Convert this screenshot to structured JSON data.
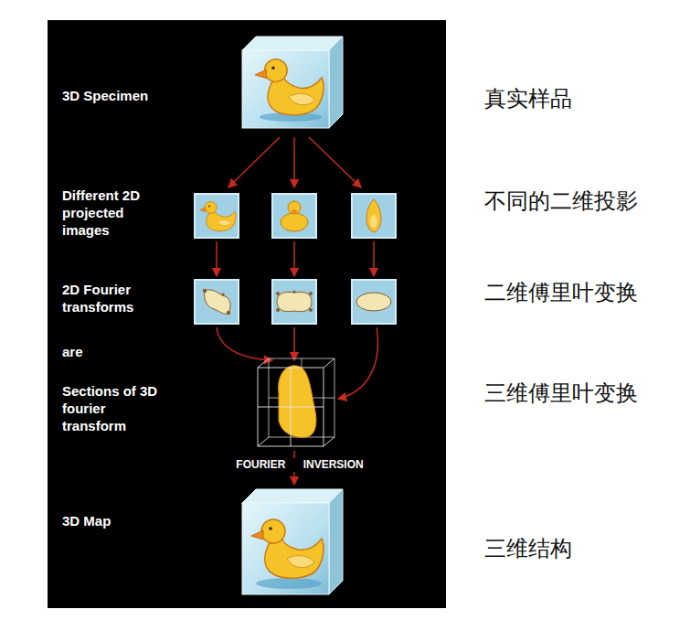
{
  "diagram": {
    "nodes": [
      {
        "text": [
          "3D Specimen",
          "Different 2D projected images",
          "2D Fourier transforms",
          "are",
          "Sections of 3D fourier transform",
          "FOURIER INVERSION",
          "3D Map"
        ]
      }
    ],
    "labels": [
      "真实样品",
      "不同的二维投影",
      "二维傅里叶变换",
      "三维傅里叶变换",
      "三维结构"
    ]
  }
}
